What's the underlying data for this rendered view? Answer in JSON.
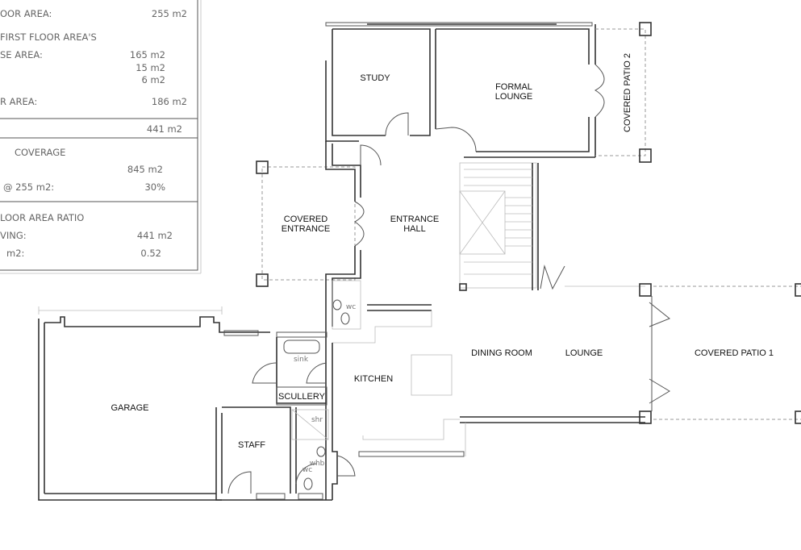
{
  "area_table": {
    "rows": [
      {
        "label": "OOR AREA:",
        "value": "255 m2"
      },
      {
        "label": "FIRST FLOOR AREA'S",
        "value": ""
      },
      {
        "label": "SE AREA:",
        "value": "165 m2"
      },
      {
        "label": "",
        "value": "15 m2"
      },
      {
        "label": "",
        "value": "6 m2"
      },
      {
        "label": "R AREA:",
        "value": "186 m2"
      },
      {
        "label": "",
        "value": "441 m2"
      },
      {
        "label": "COVERAGE",
        "value": ""
      },
      {
        "label": "",
        "value": "845 m2"
      },
      {
        "label": "@ 255 m2:",
        "value": "30%"
      },
      {
        "label": "LOOR AREA RATIO",
        "value": ""
      },
      {
        "label": "VING:",
        "value": "441 m2"
      },
      {
        "label": "m2:",
        "value": "0.52"
      }
    ]
  },
  "rooms": {
    "study": "STUDY",
    "formal_lounge_1": "FORMAL",
    "formal_lounge_2": "LOUNGE",
    "covered_patio_2": "COVERED PATIO 2",
    "covered_entrance_1": "COVERED",
    "covered_entrance_2": "ENTRANCE",
    "entrance_hall_1": "ENTRANCE",
    "entrance_hall_2": "HALL",
    "dining_room": "DINING ROOM",
    "lounge": "LOUNGE",
    "covered_patio_1": "COVERED PATIO 1",
    "kitchen": "KITCHEN",
    "scullery": "SCULLERY",
    "garage": "GARAGE",
    "staff": "STAFF"
  },
  "fixtures": {
    "wc_upper": "wc",
    "sink": "sink",
    "shr": "shr",
    "whb": "whb",
    "wc_lower": "wc"
  }
}
